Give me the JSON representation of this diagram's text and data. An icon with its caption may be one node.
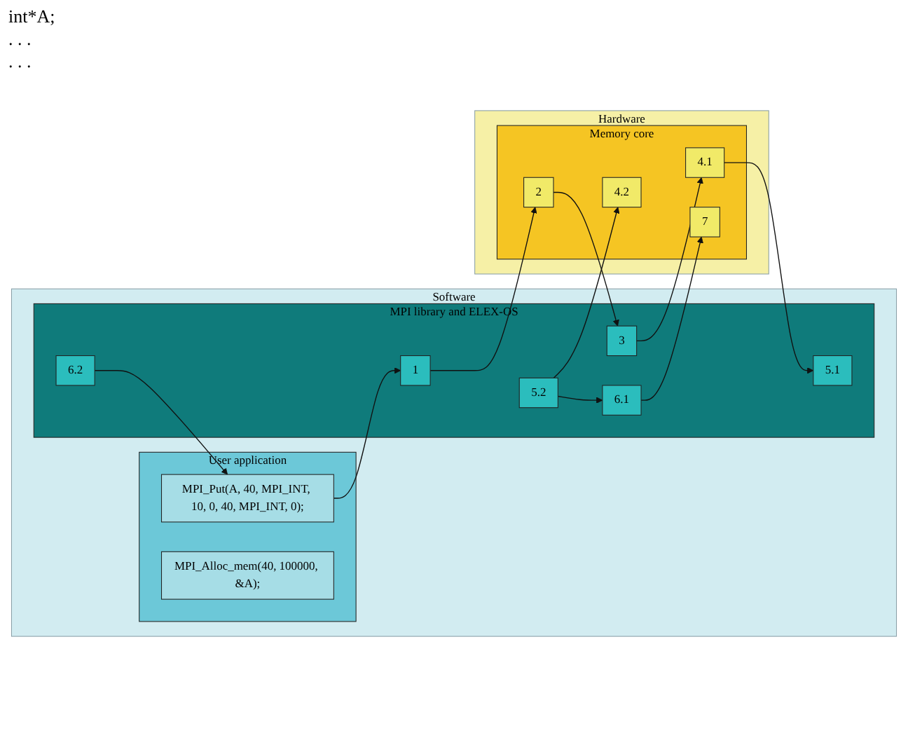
{
  "diagram": {
    "nodes": [
      {
        "text": [
          "Software"
        ]
      },
      {
        "text": [
          "User application"
        ],
        "in": 0
      },
      {
        "text": [
          "MPI_Alloc_mem(40, 100000, &A);"
        ],
        "in": 1
      },
      {
        "text": [
          "MPI_Put(A, 40, MPI_INT, 10, 0, 40, MPI_INT, 0);"
        ],
        "in": 1
      },
      {
        "text": [
          "MPI library and ELEX-OS"
        ],
        "in": 0
      },
      {
        "text": [
          "1"
        ],
        "in": 4
      },
      {
        "text": [
          "3"
        ],
        "in": 4
      },
      {
        "text": [
          "5.1"
        ],
        "in": 4
      },
      {
        "text": [
          "5.2"
        ],
        "in": 4
      },
      {
        "text": [
          "6.1"
        ],
        "in": 4
      },
      {
        "text": [
          "6.2"
        ],
        "in": 4
      },
      {
        "text": [
          "Hardware"
        ]
      },
      {
        "text": [
          "Memory core"
        ],
        "in": 11
      },
      {
        "text": [
          "2"
        ],
        "in": 12
      },
      {
        "text": [
          "4.1"
        ],
        "in": 12
      },
      {
        "text": [
          "4.2"
        ],
        "in": 12
      },
      {
        "text": [
          "7"
        ],
        "in": 12
      }
    ],
    "edges": [
      {
        "from": 3,
        "to": 5,
        "arrow": "to"
      },
      {
        "from": 5,
        "to": 13,
        "arrow": "to"
      },
      {
        "from": 13,
        "to": 6,
        "arrow": "to"
      },
      {
        "from": 6,
        "to": 14,
        "arrow": "to"
      },
      {
        "from": 14,
        "to": 7,
        "arrow": "to"
      },
      {
        "from": 8,
        "to": 15,
        "arrow": "to"
      },
      {
        "from": 8,
        "to": 9,
        "arrow": "to"
      },
      {
        "from": 9,
        "to": 16,
        "arrow": "to"
      },
      {
        "from": 10,
        "to": 3,
        "arrow": "to"
      }
    ],
    "labels": [
      "int*A;",
      ". . .",
      ". . ."
    ]
  }
}
